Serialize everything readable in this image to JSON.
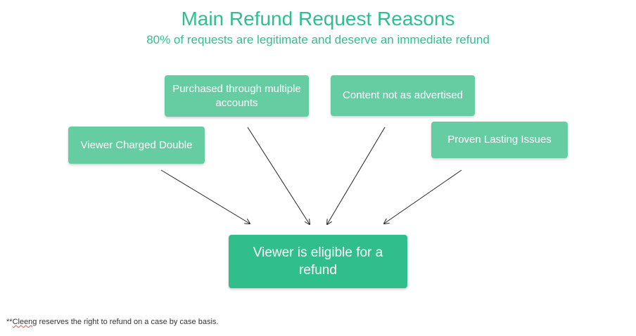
{
  "title": "Main Refund Request Reasons",
  "subtitle": "80% of requests are legitimate and deserve an immediate refund",
  "reasons": [
    {
      "label": "Viewer Charged Double"
    },
    {
      "label": "Purchased through multiple accounts"
    },
    {
      "label": "Content not as advertised"
    },
    {
      "label": "Proven Lasting Issues"
    }
  ],
  "outcome": {
    "label": "Viewer is eligible for a refund"
  },
  "footnote": {
    "prefix": "**",
    "brand": "Cleeng",
    "text": " reserves the right to refund on a case by case basis."
  },
  "colors": {
    "accent_text": "#2fbf8f",
    "reason_box": "#66cda3",
    "outcome_box": "#30be8d",
    "arrow": "#222222"
  }
}
